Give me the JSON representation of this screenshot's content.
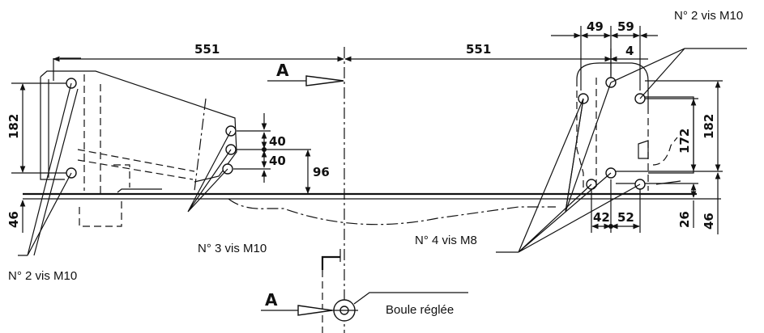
{
  "dimensions": {
    "left_half_span": "551",
    "right_half_span": "551",
    "left_height": "182",
    "left_drop": "46",
    "hole_pitch_upper": "40",
    "hole_pitch_lower": "40",
    "center_height": "96",
    "right_spacing_a": "49",
    "right_spacing_b": "59",
    "right_offset": "4",
    "right_inner_height": "172",
    "right_height": "182",
    "right_bottom_small": "26",
    "right_bottom": "46",
    "bottom_spacing_a": "42",
    "bottom_spacing_b": "52"
  },
  "callouts": {
    "left_bolts": "N° 2 vis M10",
    "top_right_bolts": "N° 2 vis M10",
    "center_bolts": "N° 3 vis M10",
    "right_bolts": "N° 4 vis M8",
    "ball": "Boule réglée"
  },
  "section_marks": {
    "top": "A",
    "bottom": "A"
  }
}
